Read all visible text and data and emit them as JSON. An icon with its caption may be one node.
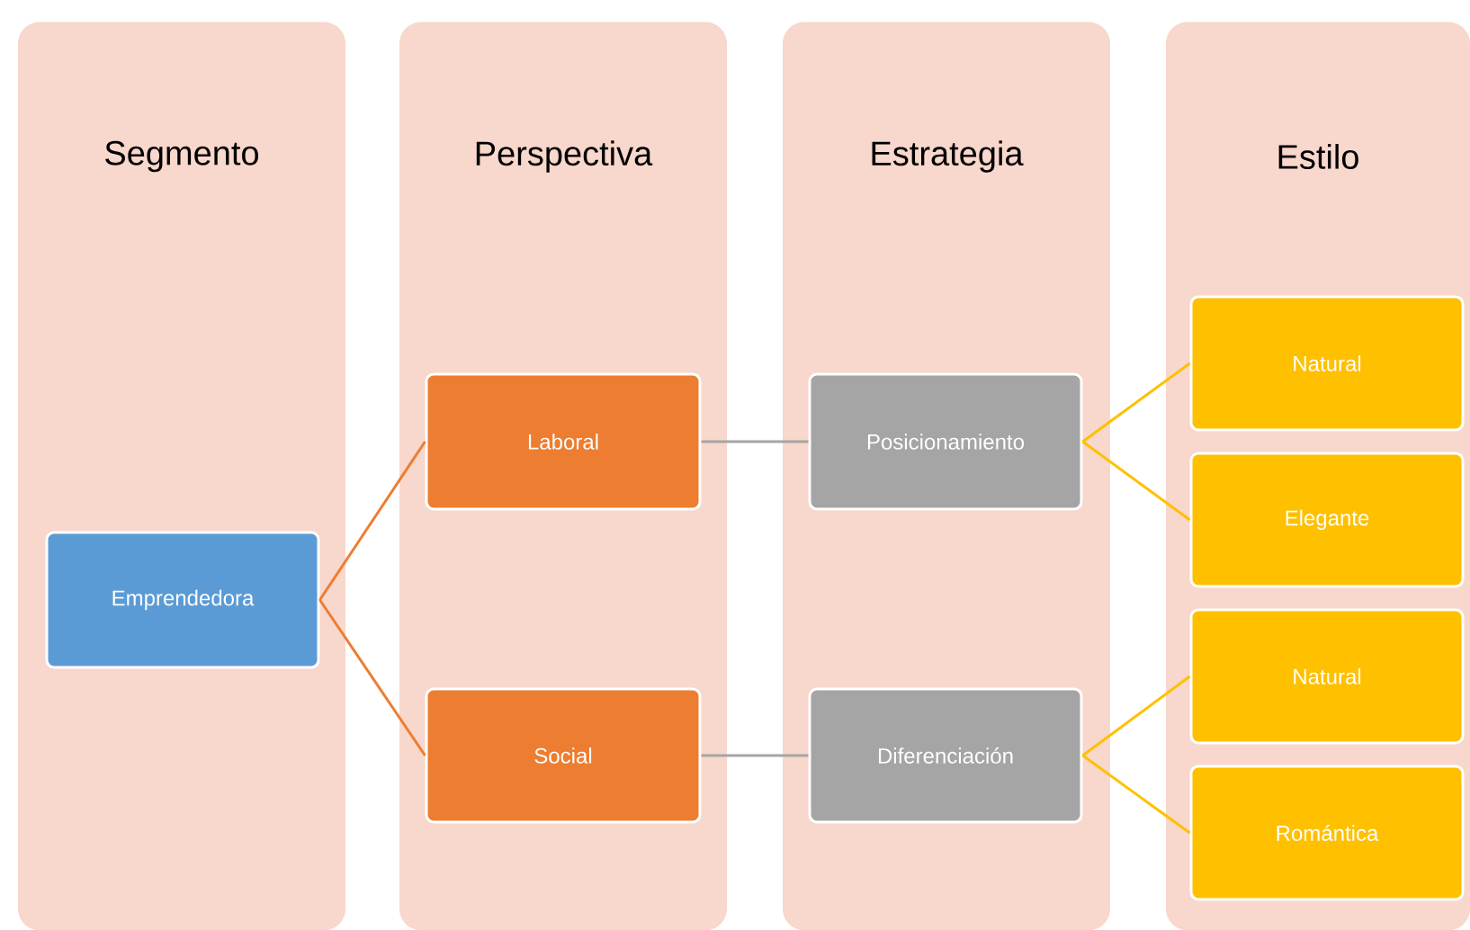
{
  "diagram": {
    "nodes": [
      {
        "text": [
          "Segmento"
        ]
      },
      {
        "text": [
          "Perspectiva"
        ]
      },
      {
        "text": [
          "Estrategia"
        ]
      },
      {
        "text": [
          "Estilo"
        ]
      },
      {
        "text": [
          "Emprendedora"
        ],
        "in": 0
      },
      {
        "text": [
          "Laboral"
        ],
        "in": 1
      },
      {
        "text": [
          "Social"
        ],
        "in": 1
      },
      {
        "text": [
          "Posicionamiento"
        ],
        "in": 2
      },
      {
        "text": [
          "Diferenciación"
        ],
        "in": 2
      },
      {
        "text": [
          "Natural"
        ],
        "in": 3
      },
      {
        "text": [
          "Elegante"
        ],
        "in": 3
      },
      {
        "text": [
          "Natural"
        ],
        "in": 3
      },
      {
        "text": [
          "Romántica"
        ],
        "in": 3
      }
    ],
    "edges": [
      {
        "from": 4,
        "to": 5,
        "arrow": "none",
        "color": "#ed7d31"
      },
      {
        "from": 4,
        "to": 6,
        "arrow": "none",
        "color": "#ed7d31"
      },
      {
        "from": 5,
        "to": 7,
        "arrow": "none",
        "color": "#a5a5a5"
      },
      {
        "from": 6,
        "to": 8,
        "arrow": "none",
        "color": "#a5a5a5"
      },
      {
        "from": 7,
        "to": 9,
        "arrow": "none"
      },
      {
        "from": 7,
        "to": 10,
        "arrow": "none"
      },
      {
        "from": 8,
        "to": 11,
        "arrow": "none"
      },
      {
        "from": 8,
        "to": 12,
        "arrow": "none"
      }
    ]
  }
}
